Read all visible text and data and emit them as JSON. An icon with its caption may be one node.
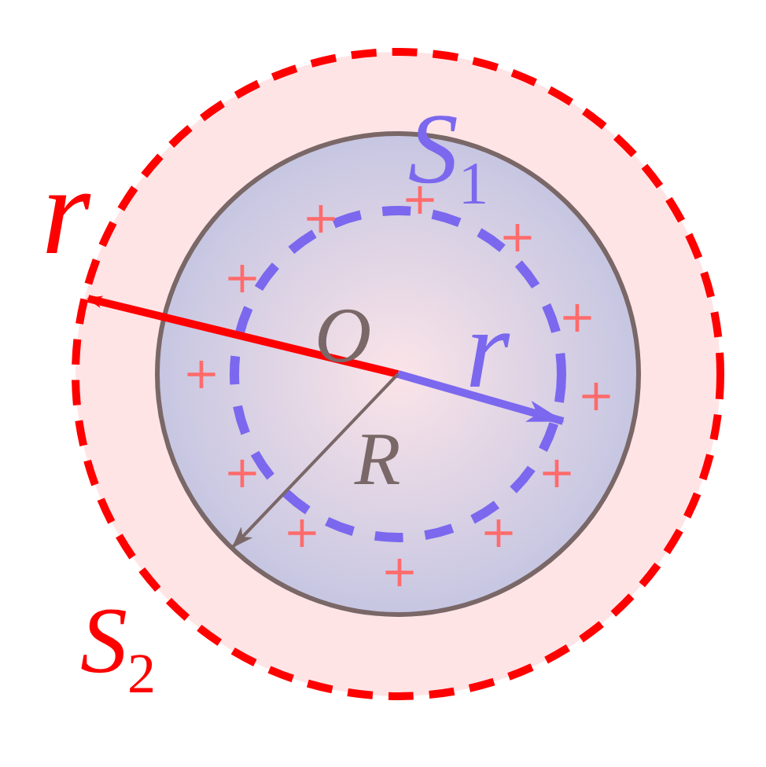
{
  "diagram": {
    "labels": [
      "S$_{1}$",
      "r",
      "+",
      "+",
      "+",
      "+",
      "O",
      "+",
      "r",
      "+",
      "+",
      "R",
      "+",
      "+",
      "+",
      "+",
      "+",
      "S$_{2}$"
    ]
  }
}
